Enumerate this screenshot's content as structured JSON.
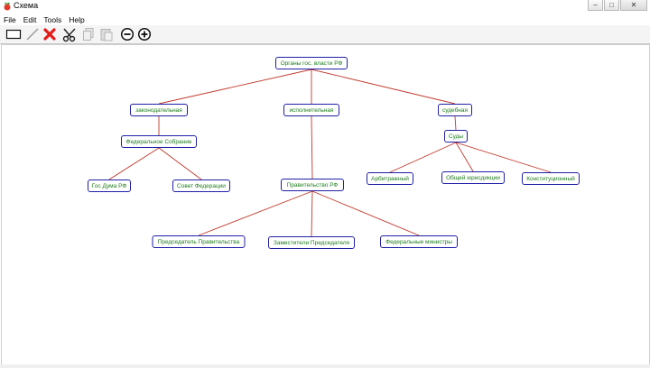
{
  "window": {
    "title": "Схема"
  },
  "menu": [
    "File",
    "Edit",
    "Tools",
    "Help"
  ],
  "toolbar": [
    {
      "name": "rectangle-tool-icon"
    },
    {
      "name": "line-tool-icon"
    },
    {
      "name": "delete-icon"
    },
    {
      "name": "cut-icon"
    },
    {
      "name": "copy-icon"
    },
    {
      "name": "paste-icon"
    },
    {
      "name": "zoom-out-icon"
    },
    {
      "name": "zoom-in-icon"
    }
  ],
  "colors": {
    "edge": "#c0392b",
    "node_border": "#1f1fa6",
    "node_text": "#1d7d1d",
    "delete": "#e21b1b"
  },
  "diagram": {
    "nodes": [
      {
        "id": "root",
        "label": "Органы гос. власти РФ"
      },
      {
        "id": "leg",
        "label": "законодательная"
      },
      {
        "id": "exe",
        "label": "исполнительная"
      },
      {
        "id": "jud",
        "label": "судебная"
      },
      {
        "id": "fed",
        "label": "Федеральное Собрание"
      },
      {
        "id": "duma",
        "label": "Гос Дума РФ"
      },
      {
        "id": "sovet",
        "label": "Совет Федерации"
      },
      {
        "id": "gov",
        "label": "Правительство РФ"
      },
      {
        "id": "pred",
        "label": "Председатель Правительства"
      },
      {
        "id": "zam",
        "label": "Заместители Председателя"
      },
      {
        "id": "min",
        "label": "Федеральные министры"
      },
      {
        "id": "sudy",
        "label": "Суды"
      },
      {
        "id": "arb",
        "label": "Арбитражный"
      },
      {
        "id": "obsh",
        "label": "Общей юрисдикции"
      },
      {
        "id": "konst",
        "label": "Конституционный"
      }
    ],
    "edges": [
      [
        "root",
        "leg"
      ],
      [
        "root",
        "exe"
      ],
      [
        "root",
        "jud"
      ],
      [
        "leg",
        "fed"
      ],
      [
        "fed",
        "duma"
      ],
      [
        "fed",
        "sovet"
      ],
      [
        "exe",
        "gov"
      ],
      [
        "gov",
        "pred"
      ],
      [
        "gov",
        "zam"
      ],
      [
        "gov",
        "min"
      ],
      [
        "jud",
        "sudy"
      ],
      [
        "sudy",
        "arb"
      ],
      [
        "sudy",
        "obsh"
      ],
      [
        "sudy",
        "konst"
      ]
    ]
  }
}
